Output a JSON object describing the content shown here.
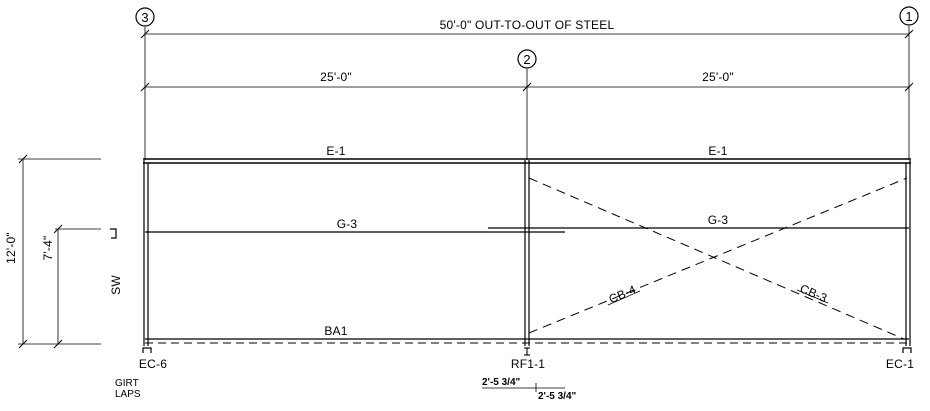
{
  "grid_lines": {
    "left": "3",
    "middle": "2",
    "right": "1"
  },
  "dimensions": {
    "overall": "50'-0\" OUT-TO-OUT OF STEEL",
    "bay_left": "25'-0\"",
    "bay_right": "25'-0\"",
    "eave_height": "12'-0\"",
    "girt_height": "7'-4\""
  },
  "members": {
    "eave_left": "E-1",
    "eave_right": "E-1",
    "girt_left": "G-3",
    "girt_right": "G-3",
    "base_angle": "BA1",
    "brace_a": "CB-4",
    "brace_b": "CB-3"
  },
  "wall_label": "SW",
  "columns": {
    "left": "EC-6",
    "middle": "RF1-1",
    "right": "EC-1"
  },
  "girt_laps": {
    "title_line1": "GIRT",
    "title_line2": "LAPS",
    "lap_a": "2'-5 3/4\"",
    "lap_b": "2'-5 3/4\""
  }
}
